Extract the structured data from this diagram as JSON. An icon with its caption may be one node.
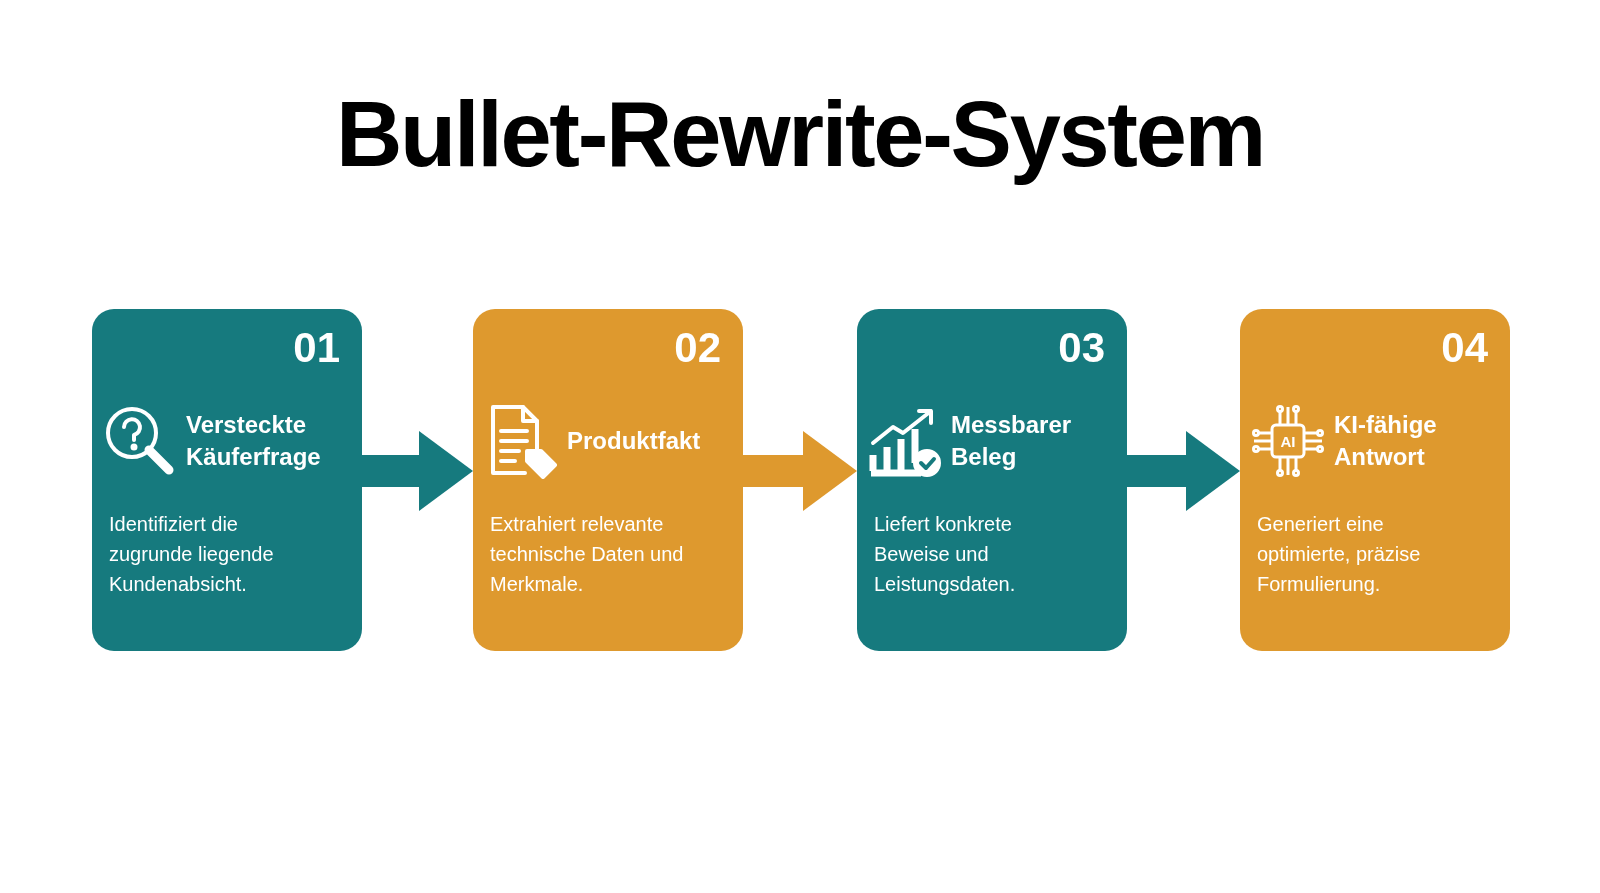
{
  "diagram": {
    "title": "Bullet-Rewrite-System",
    "nodes": [
      {
        "text": [
          "01",
          "Versteckte Käuferfrage",
          "Identifiziert die zugrunde liegende Kundenabsicht."
        ]
      },
      {
        "text": [
          "02",
          "Produktfakt",
          "Extrahiert relevante technische Daten und Merkmale."
        ]
      },
      {
        "text": [
          "03",
          "Messbarer Beleg",
          "Liefert konkrete Beweise und Leistungsdaten."
        ]
      },
      {
        "text": [
          "04",
          "KI-fähige Antwort",
          "Generiert eine optimierte, präzise Formulierung."
        ]
      }
    ],
    "edges": [
      {
        "from": 0,
        "to": 1,
        "arrow": "to"
      },
      {
        "from": 1,
        "to": 2,
        "arrow": "to",
        "color": "#de992e"
      },
      {
        "from": 2,
        "to": 3,
        "arrow": "to"
      }
    ],
    "labels": [
      "AI"
    ]
  }
}
